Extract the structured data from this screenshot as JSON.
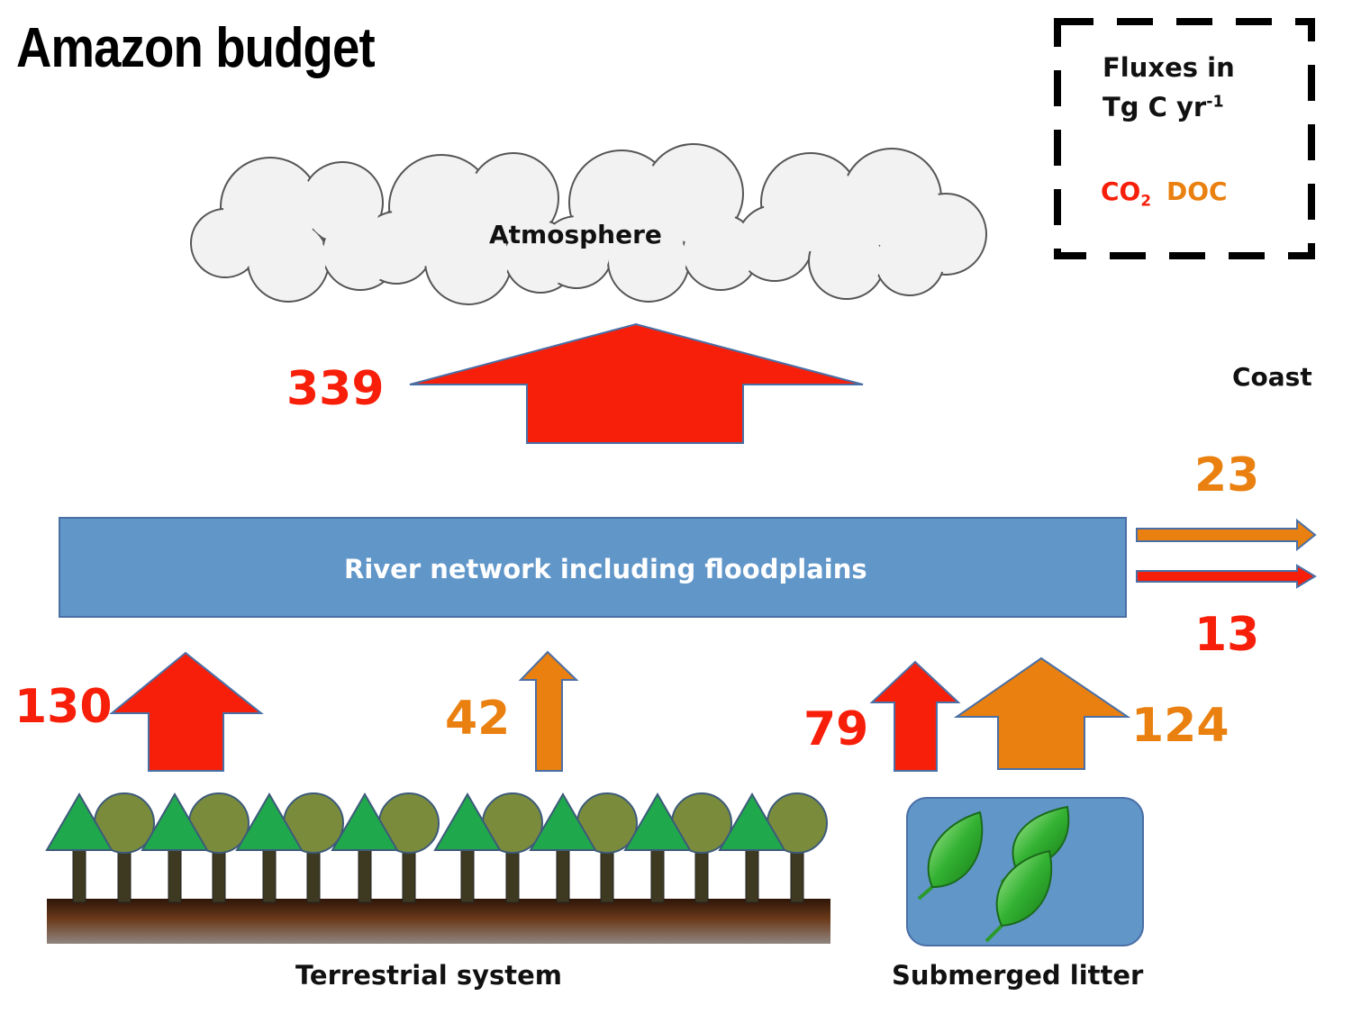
{
  "title": "Amazon budget",
  "legend": {
    "line1": "Fluxes in",
    "line2_main": "Tg C yr",
    "line2_sup": "-1",
    "co2_main": "CO",
    "co2_sub": "2",
    "doc": "DOC"
  },
  "labels": {
    "atmosphere": "Atmosphere",
    "coast": "Coast",
    "river": "River network including floodplains",
    "terrestrial": "Terrestrial system",
    "litter": "Submerged litter"
  },
  "fluxes": {
    "atmosphere_co2": "339",
    "coast_doc": "23",
    "coast_co2": "13",
    "terrestrial_co2": "130",
    "terrestrial_doc": "42",
    "litter_co2": "79",
    "litter_doc": "124"
  },
  "colors": {
    "co2": "#f71f0a",
    "doc": "#e9800f",
    "river": "#6196c9",
    "arrow_outline": "#4a6fa6",
    "cloud_fill": "#f2f2f2",
    "cloud_stroke": "#555555",
    "conifer": "#1fa84c",
    "broadleaf": "#7a8c3c",
    "trunk": "#3e3a22",
    "soil_top": "#3a1e0e",
    "soil_bottom": "#8a7a70",
    "litter_box": "#6196c9",
    "leaf": "#2b9a2b"
  }
}
